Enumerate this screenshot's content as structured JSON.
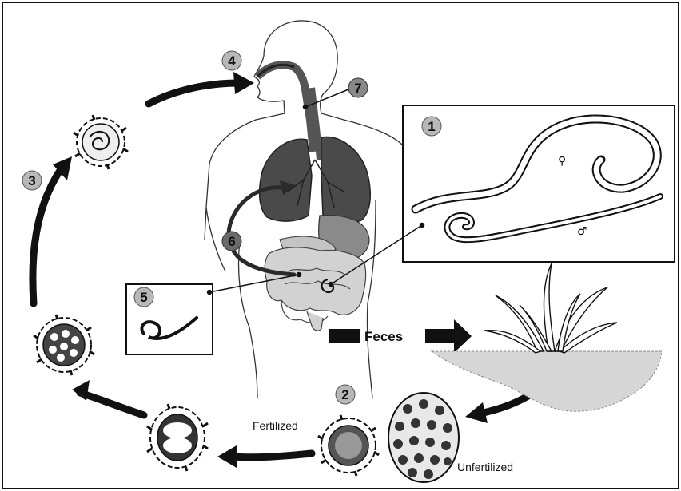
{
  "stages": [
    {
      "key": "adult_worms",
      "number": "1"
    },
    {
      "key": "eggs_in_soil",
      "number": "2"
    },
    {
      "key": "embryonated_egg",
      "number": "3"
    },
    {
      "key": "ingestion",
      "number": "4"
    },
    {
      "key": "larva_hatches",
      "number": "5"
    },
    {
      "key": "larva_migration",
      "number": "6"
    },
    {
      "key": "larva_ascends",
      "number": "7"
    }
  ],
  "labels": {
    "feces": "Feces",
    "fertilized": "Fertilized",
    "unfertilized": "Unfertilized",
    "female_symbol": "♀",
    "male_symbol": "♂"
  },
  "colors": {
    "badge_fill": "#b8b8b8",
    "organ_dark": "#4a4a4a",
    "organ_mid": "#8a8a8a",
    "organ_light": "#c4c4c4",
    "soil": "#d6d6d6",
    "ink": "#111111"
  }
}
